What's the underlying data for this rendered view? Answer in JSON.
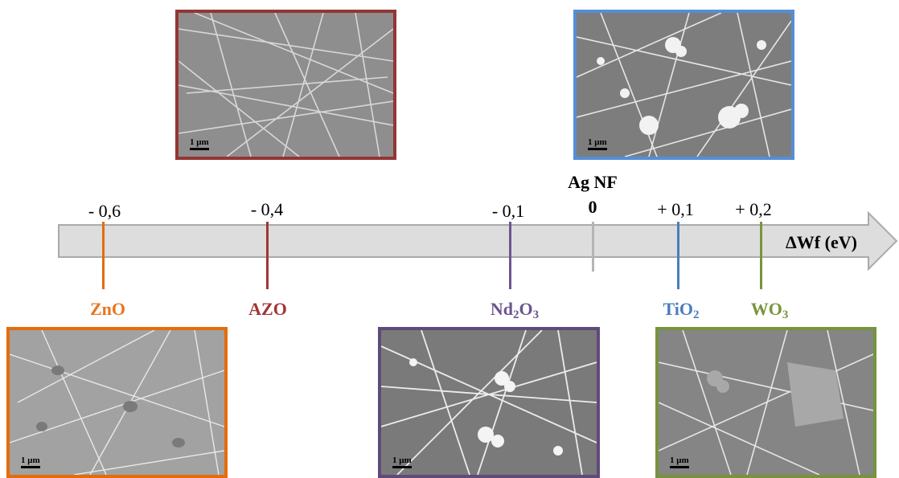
{
  "axis": {
    "label": "ΔWf (eV)",
    "reference_label": "Ag NF",
    "reference_value": "0"
  },
  "materials": [
    {
      "id": "zno",
      "value": "- 0,6",
      "label": "ZnO",
      "sub": "",
      "color": "#E8761F"
    },
    {
      "id": "azo",
      "value": "- 0,4",
      "label": "AZO",
      "sub": "",
      "color": "#A23535"
    },
    {
      "id": "nd2o3",
      "value": "- 0,1",
      "label": "Nd",
      "sub": "2",
      "label2": "O",
      "sub2": "3",
      "color": "#6B568E"
    },
    {
      "id": "tio2",
      "value": "+ 0,1",
      "label": "TiO",
      "sub": "2",
      "color": "#4A7EBF"
    },
    {
      "id": "wo3",
      "value": "+ 0,2",
      "label": "WO",
      "sub": "3",
      "color": "#77963B"
    }
  ],
  "images": [
    {
      "id": "azo",
      "scale_bar": "1 μm",
      "border": "#943634"
    },
    {
      "id": "tio2",
      "scale_bar": "1 μm",
      "border": "#558ED5"
    },
    {
      "id": "zno",
      "scale_bar": "1 μm",
      "border": "#E46C0A"
    },
    {
      "id": "nd2o3",
      "scale_bar": "1 μm",
      "border": "#604A7B"
    },
    {
      "id": "wo3",
      "scale_bar": "1 μm",
      "border": "#77933C"
    }
  ]
}
